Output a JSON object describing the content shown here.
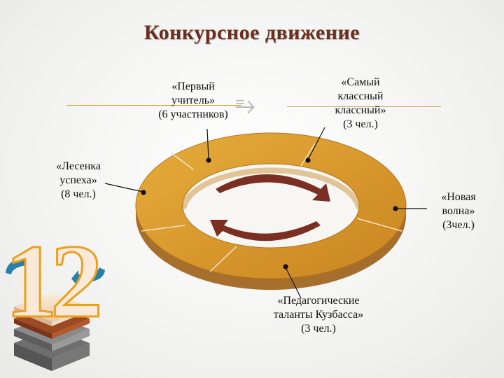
{
  "title": "Конкурсное движение",
  "labels": {
    "first_teacher": [
      "«Первый",
      "учитель»",
      "(6 участников)"
    ],
    "class_teacher": [
      "«Самый",
      "классный",
      "классный»",
      "(3 чел.)"
    ],
    "ladder": [
      "«Лесенка",
      "успеха»",
      "(8 чел.)"
    ],
    "new_wave": [
      "«Новая",
      "волна»",
      "(3чел.)"
    ],
    "talents": [
      "«Педагогические",
      "таланты Кузбасса»",
      "(3 чел.)"
    ]
  },
  "badge_number": "12",
  "decor_glyph": "⥱",
  "colors": {
    "title": "#6b2e1e",
    "ring": "#d89a2c",
    "ring_side": "#a8681a",
    "arrow": "#7a2f22",
    "connector": "#111111"
  }
}
